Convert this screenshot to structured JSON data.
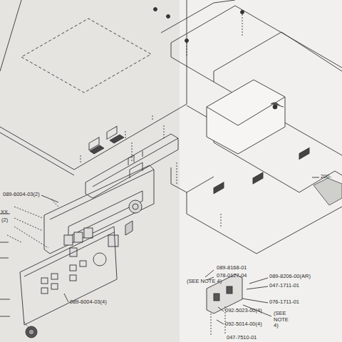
{
  "diagram": {
    "labels": [
      "089-6004-03(2)",
      "XX",
      "(2)",
      "200-",
      "089-8168-01",
      "(SEE NOTE 4)",
      "078-0127-04",
      "089-8206-00(AR)",
      "047-1711-01",
      "076-1711-01",
      "089-6004-03(4)",
      "092-5023-00(4)",
      "(SEE NOTE 4)",
      "092-5014-00(4)",
      "047-7510-01"
    ]
  }
}
